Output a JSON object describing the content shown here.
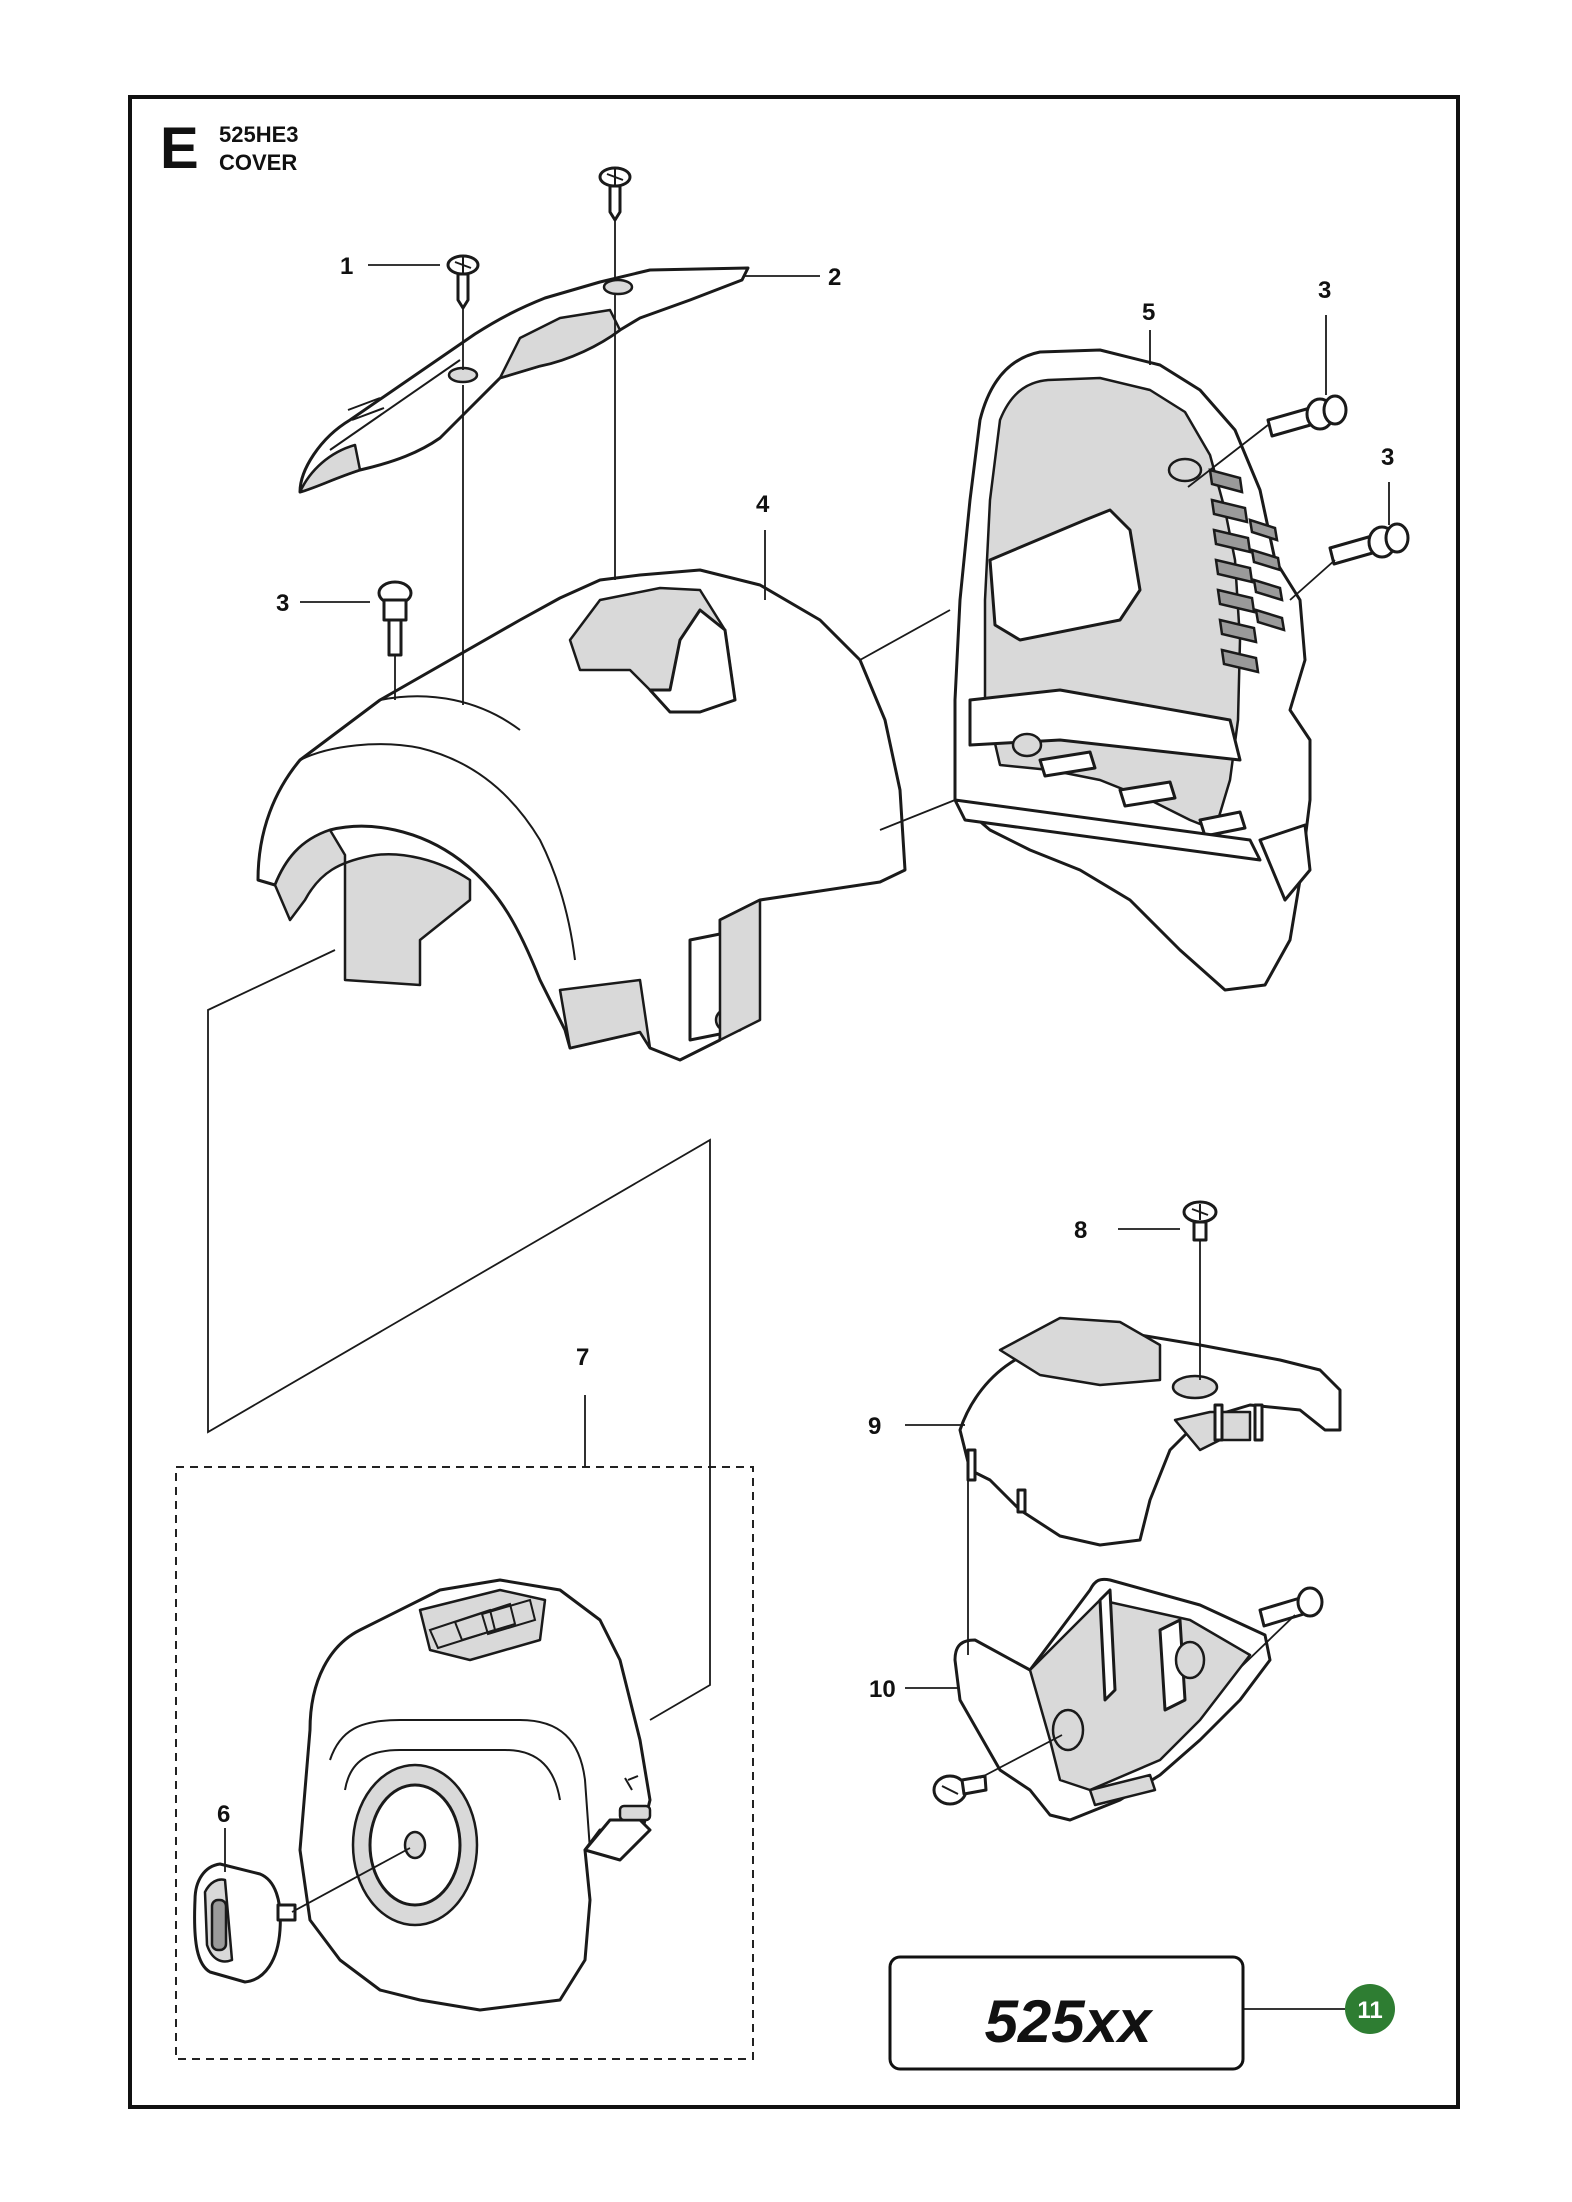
{
  "header": {
    "section_letter": "E",
    "model": "525HE3",
    "title": "COVER"
  },
  "callouts": [
    {
      "id": "callout-1",
      "label": "1"
    },
    {
      "id": "callout-2",
      "label": "2"
    },
    {
      "id": "callout-3a",
      "label": "3"
    },
    {
      "id": "callout-3b",
      "label": "3"
    },
    {
      "id": "callout-3c",
      "label": "3"
    },
    {
      "id": "callout-4",
      "label": "4"
    },
    {
      "id": "callout-5",
      "label": "5"
    },
    {
      "id": "callout-6",
      "label": "6"
    },
    {
      "id": "callout-7",
      "label": "7"
    },
    {
      "id": "callout-8",
      "label": "8"
    },
    {
      "id": "callout-9",
      "label": "9"
    },
    {
      "id": "callout-10",
      "label": "10"
    }
  ],
  "footer": {
    "model_family": "525xx",
    "page_number": "11",
    "page_badge_color": "#2e7d32"
  }
}
